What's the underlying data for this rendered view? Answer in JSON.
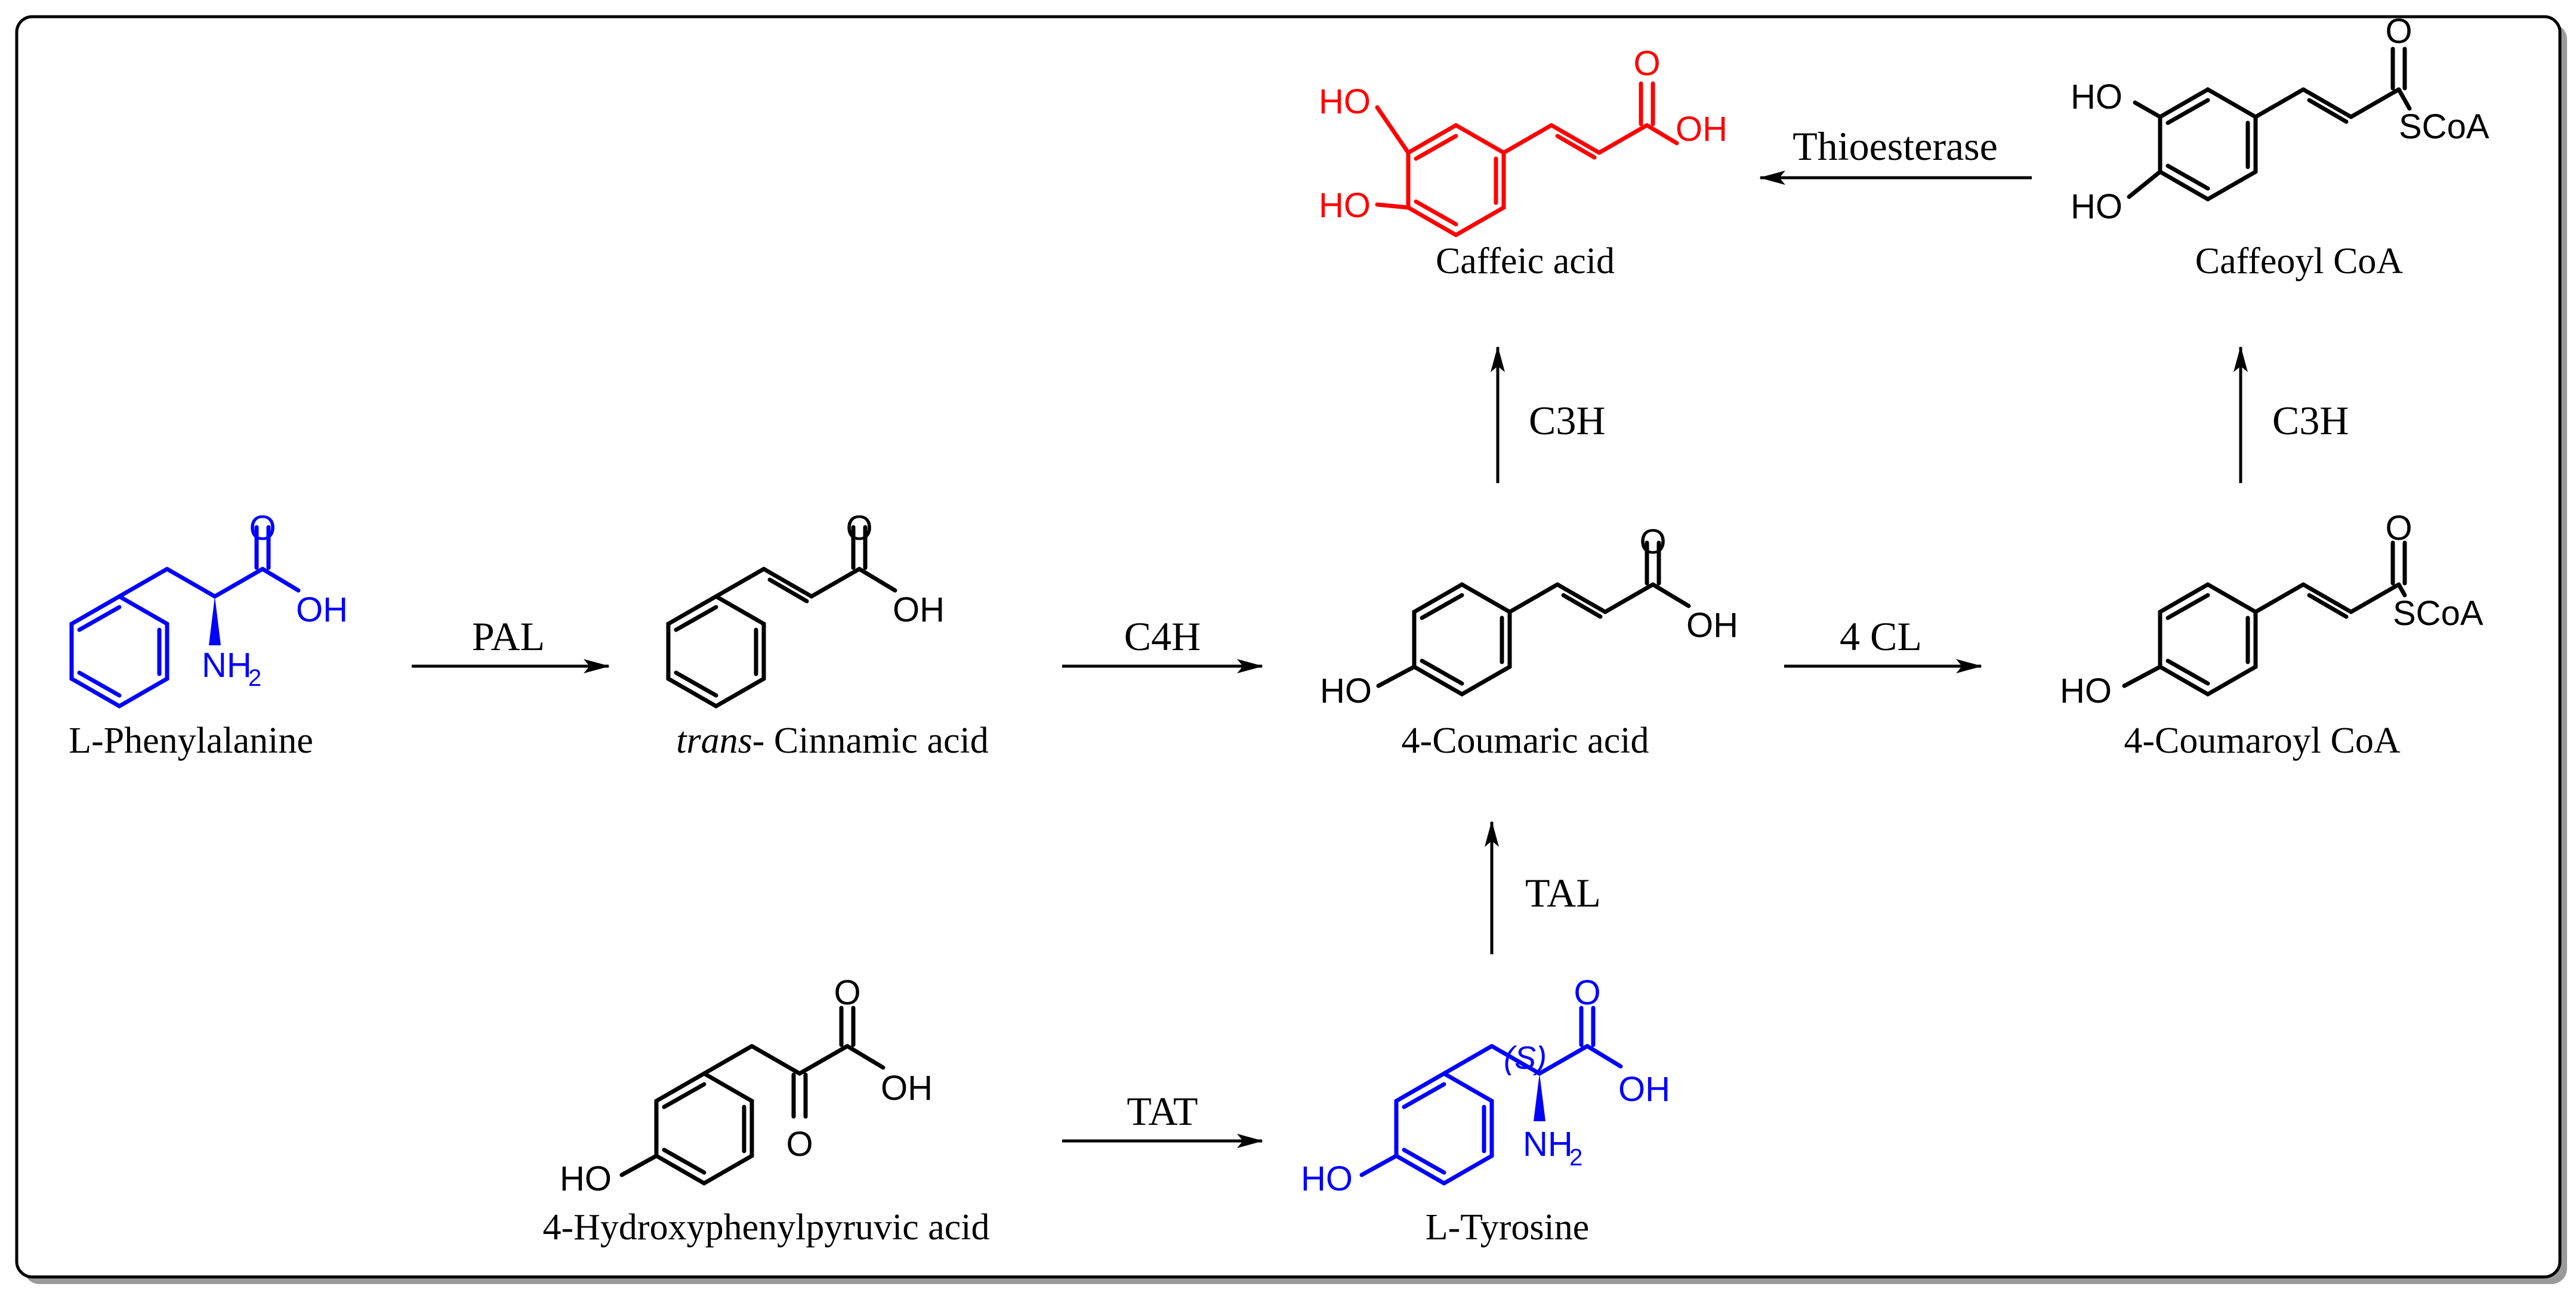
{
  "colors": {
    "frame": "#000000",
    "shadow": "#9a9a9a",
    "precursor": "#0000ff",
    "product": "#ff0000",
    "ink": "#000000"
  },
  "compounds": {
    "phe": {
      "name": "L-Phenylalanine",
      "atoms": {
        "o": "O",
        "oh": "OH",
        "n": "NH",
        "sub": "2"
      }
    },
    "cin": {
      "name_italic": "trans",
      "name_rest": "- Cinnamic acid",
      "atoms": {
        "o": "O",
        "oh": "OH"
      }
    },
    "cou": {
      "name": "4-Coumaric acid",
      "atoms": {
        "o": "O",
        "oh": "OH",
        "ho": "HO"
      }
    },
    "couCoA": {
      "name": "4-Coumaroyl CoA",
      "atoms": {
        "o": "O",
        "scoa": "SCoA",
        "ho": "HO"
      }
    },
    "caf": {
      "name": "Caffeic acid",
      "atoms": {
        "o": "O",
        "oh": "OH",
        "ho1": "HO",
        "ho2": "HO"
      }
    },
    "cafCoA": {
      "name": "Caffeoyl CoA",
      "atoms": {
        "o": "O",
        "scoa": "SCoA",
        "ho1": "HO",
        "ho2": "HO"
      }
    },
    "hpp": {
      "name": "4-Hydroxyphenylpyruvic acid",
      "atoms": {
        "o1": "O",
        "o2": "O",
        "oh": "OH",
        "ho": "HO"
      }
    },
    "tyr": {
      "name": "L-Tyrosine",
      "stereo": "(S)",
      "atoms": {
        "o": "O",
        "oh": "OH",
        "ho": "HO",
        "n": "NH",
        "sub": "2"
      }
    }
  },
  "enzymes": {
    "pal": "PAL",
    "c4h": "C4H",
    "cl4": "4 CL",
    "c3h_left": "C3H",
    "c3h_right": "C3H",
    "thio": "Thioesterase",
    "tal": "TAL",
    "tat": "TAT"
  }
}
